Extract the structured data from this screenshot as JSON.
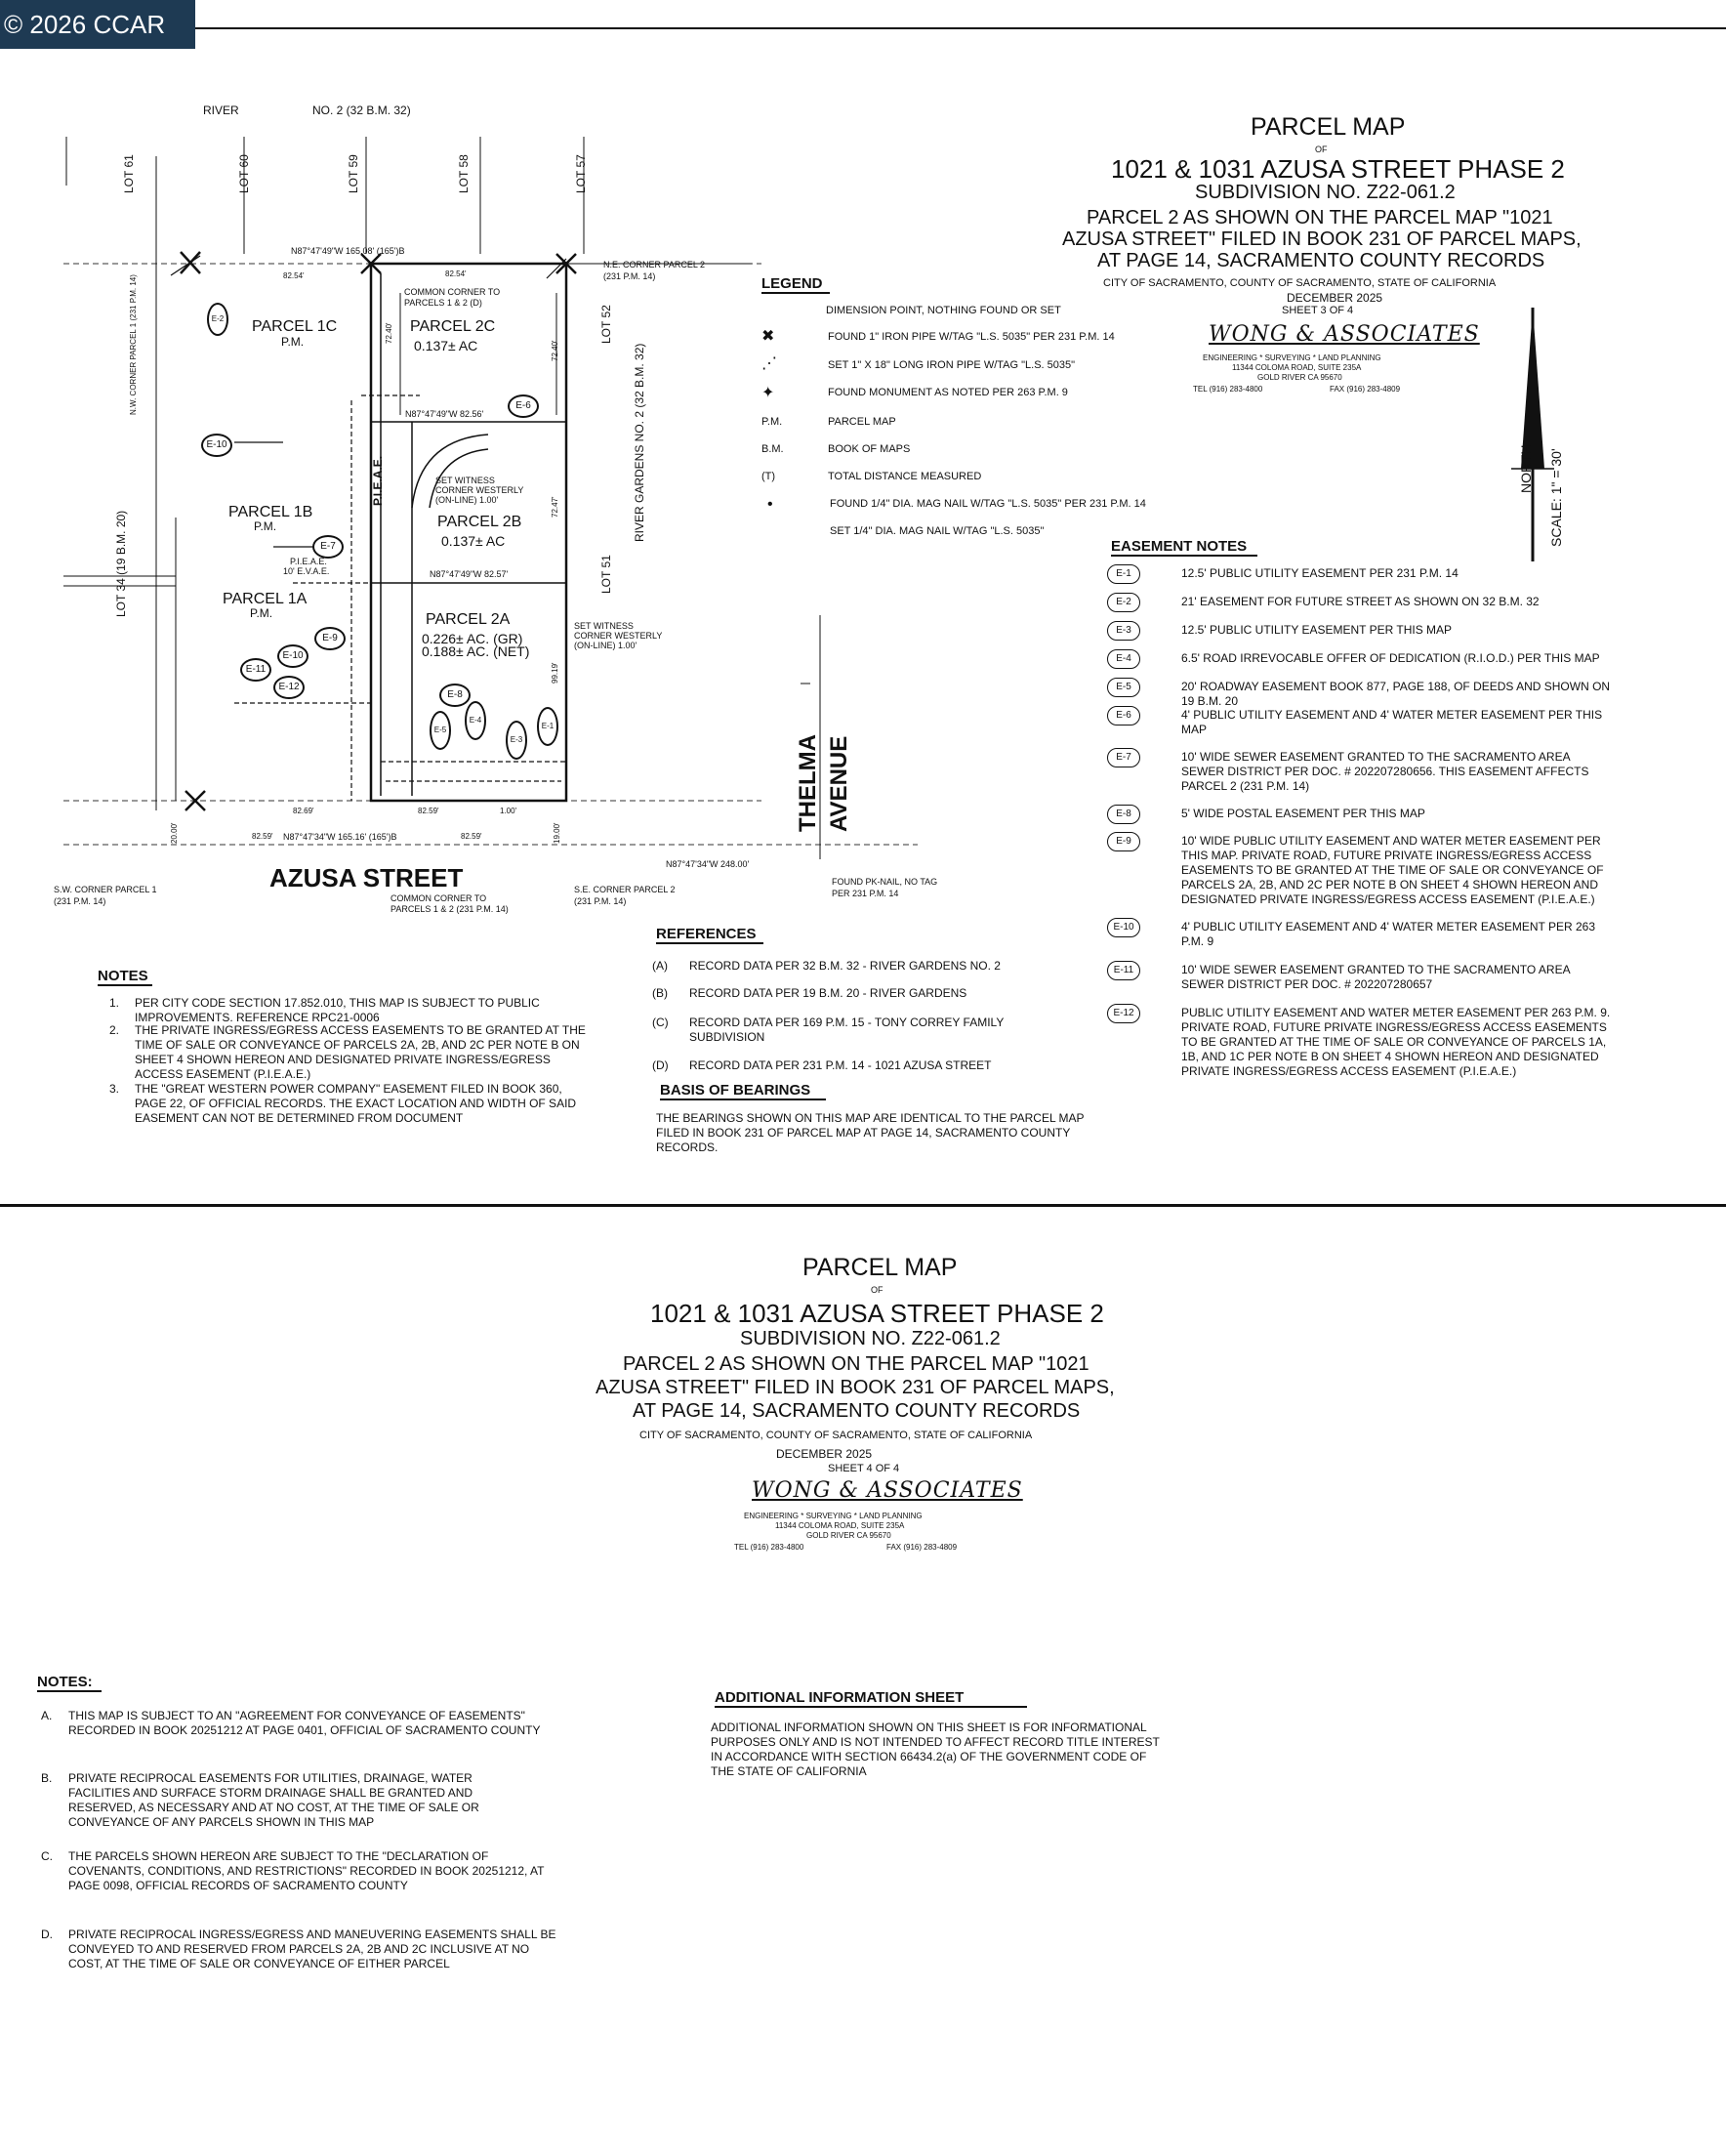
{
  "copyright": "© 2026 CCAR",
  "sheet3": {
    "title": {
      "l1": "PARCEL MAP",
      "of": "OF",
      "l2": "1021 & 1031 AZUSA STREET PHASE 2",
      "l3": "SUBDIVISION NO. Z22-061.2",
      "l4": "PARCEL 2 AS SHOWN ON THE PARCEL MAP \"1021",
      "l5": "AZUSA STREET\" FILED IN BOOK 231 OF PARCEL MAPS,",
      "l6": "AT PAGE 14, SACRAMENTO COUNTY RECORDS",
      "l7": "CITY OF SACRAMENTO, COUNTY OF SACRAMENTO, STATE OF CALIFORNIA",
      "l8": "DECEMBER 2025",
      "l9": "SHEET 3 OF 4",
      "firm": "WONG & ASSOCIATES",
      "firm_sub1": "ENGINEERING * SURVEYING * LAND PLANNING",
      "firm_sub2": "11344 COLOMA ROAD, SUITE 235A",
      "firm_sub3": "GOLD RIVER CA 95670",
      "firm_tel": "TEL (916) 283-4800",
      "firm_fax": "FAX (916) 283-4809"
    },
    "north": "NORTH",
    "scale": "SCALE: 1\" = 30'",
    "map": {
      "river": "RIVER",
      "no2": "NO. 2 (32 B.M. 32)",
      "lots_top": [
        "LOT 61",
        "LOT 60",
        "LOT 59",
        "LOT 58",
        "LOT 57"
      ],
      "lot52": "LOT 52",
      "lot51": "LOT 51",
      "lot34": "LOT 34 (19 B.M. 20)",
      "river_gardens": "RIVER GARDENS NO. 2 (32 B.M. 32)",
      "parcel1c": "PARCEL 1C",
      "parcel1b": "PARCEL 1B",
      "parcel1a": "PARCEL 1A",
      "pm": "P.M.",
      "parcel2c": "PARCEL 2C",
      "parcel2c_ac": "0.137± AC",
      "parcel2b": "PARCEL 2B",
      "parcel2b_ac": "0.137± AC",
      "parcel2a": "PARCEL 2A",
      "parcel2a_gr": "0.226± AC. (GR)",
      "parcel2a_net": "0.188± AC. (NET)",
      "piea": "P.I.E.A.E.",
      "bearing_top": "N87°47'49\"W 165.08' (165')B",
      "bearing_bottom": "N87°47'34\"W 165.16' (165')B",
      "bearing_bottom2": "N87°47'34\"W 248.00'",
      "bearing_mid1": "N87°47'49\"W 82.56'",
      "bearing_mid2": "N87°47'49\"W 82.57'",
      "ne_corner": "N.E. CORNER PARCEL 2",
      "ne_ref": "(231 P.M. 14)",
      "nw_corner": "N.W. CORNER PARCEL 1 (231 P.M. 14)",
      "common_corner": "COMMON CORNER TO",
      "common_corner2": "PARCELS 1 & 2 (D)",
      "set_witness": "SET WITNESS",
      "corner_westerly": "CORNER WESTERLY",
      "online": "(ON-LINE) 1.00'",
      "azusa": "AZUSA STREET",
      "common_corner_b": "COMMON CORNER TO",
      "common_corner_b2": "PARCELS 1 & 2 (231 P.M. 14)",
      "sw_corner": "S.W. CORNER PARCEL 1",
      "sw_ref": "(231 P.M. 14)",
      "se_corner": "S.E. CORNER PARCEL 2",
      "se_ref": "(231 P.M. 14)",
      "thelma": "THELMA",
      "avenue": "AVENUE",
      "found_pk": "FOUND PK-NAIL, NO TAG",
      "found_pk2": "PER 231 P.M. 14",
      "pieave": "P.I.E.A.E.",
      "evae": "10' E.V.A.E.",
      "dims": [
        "82.54'",
        "82.54'",
        "82.69'",
        "82.59'",
        "82.59'",
        "82.59'",
        "1.00'",
        "20.00'",
        "19.00'",
        "72.40'",
        "72.40'",
        "72.47'",
        "99.19'"
      ]
    },
    "legend": {
      "heading": "LEGEND",
      "items": [
        {
          "sym": "",
          "text": "DIMENSION POINT, NOTHING FOUND OR SET"
        },
        {
          "sym": "✖",
          "text": "FOUND 1\" IRON PIPE W/TAG \"L.S. 5035\" PER 231 P.M. 14"
        },
        {
          "sym": "⋰",
          "text": "SET 1\" X 18\" LONG IRON PIPE W/TAG \"L.S. 5035\""
        },
        {
          "sym": "✦",
          "text": "FOUND MONUMENT AS NOTED PER 263 P.M. 9"
        },
        {
          "sym": "P.M.",
          "text": "PARCEL MAP"
        },
        {
          "sym": "B.M.",
          "text": "BOOK OF MAPS"
        },
        {
          "sym": "(T)",
          "text": "TOTAL DISTANCE MEASURED"
        },
        {
          "sym": "•",
          "text": "FOUND 1/4\" DIA. MAG NAIL W/TAG \"L.S. 5035\" PER 231 P.M. 14"
        },
        {
          "sym": "",
          "text": "SET 1/4\" DIA. MAG NAIL W/TAG \"L.S. 5035\""
        }
      ]
    },
    "easement": {
      "heading": "EASEMENT NOTES",
      "items": [
        {
          "id": "E-1",
          "text": "12.5' PUBLIC UTILITY EASEMENT PER 231 P.M. 14"
        },
        {
          "id": "E-2",
          "text": "21' EASEMENT FOR FUTURE STREET AS SHOWN ON 32 B.M. 32"
        },
        {
          "id": "E-3",
          "text": "12.5' PUBLIC UTILITY EASEMENT PER THIS MAP"
        },
        {
          "id": "E-4",
          "text": "6.5' ROAD IRREVOCABLE OFFER OF DEDICATION (R.I.O.D.) PER THIS MAP"
        },
        {
          "id": "E-5",
          "text": "20' ROADWAY EASEMENT BOOK 877, PAGE 188, OF DEEDS AND SHOWN ON 19 B.M. 20"
        },
        {
          "id": "E-6",
          "text": "4' PUBLIC UTILITY EASEMENT AND 4' WATER METER EASEMENT PER THIS MAP"
        },
        {
          "id": "E-7",
          "text": "10' WIDE SEWER EASEMENT GRANTED TO THE SACRAMENTO AREA SEWER DISTRICT PER DOC. # 202207280656. THIS EASEMENT AFFECTS PARCEL 2 (231 P.M. 14)"
        },
        {
          "id": "E-8",
          "text": "5' WIDE POSTAL EASEMENT PER THIS MAP"
        },
        {
          "id": "E-9",
          "text": "10' WIDE PUBLIC UTILITY EASEMENT AND WATER METER EASEMENT PER THIS MAP. PRIVATE ROAD, FUTURE PRIVATE INGRESS/EGRESS ACCESS EASEMENTS TO BE GRANTED AT THE TIME OF SALE OR CONVEYANCE OF PARCELS 2A, 2B, AND 2C PER NOTE B ON SHEET 4 SHOWN HEREON AND DESIGNATED PRIVATE INGRESS/EGRESS ACCESS EASEMENT (P.I.E.A.E.)"
        },
        {
          "id": "E-10",
          "text": "4' PUBLIC UTILITY EASEMENT AND 4' WATER METER EASEMENT PER 263 P.M. 9"
        },
        {
          "id": "E-11",
          "text": "10' WIDE SEWER EASEMENT GRANTED TO THE SACRAMENTO AREA SEWER DISTRICT PER DOC. # 202207280657"
        },
        {
          "id": "E-12",
          "text": "PUBLIC UTILITY EASEMENT AND WATER METER EASEMENT PER 263 P.M. 9. PRIVATE ROAD, FUTURE PRIVATE INGRESS/EGRESS ACCESS EASEMENTS TO BE GRANTED AT THE TIME OF SALE OR CONVEYANCE OF PARCELS 1A, 1B, AND 1C PER NOTE B ON SHEET 4 SHOWN HEREON AND DESIGNATED PRIVATE INGRESS/EGRESS ACCESS EASEMENT (P.I.E.A.E.)"
        }
      ]
    },
    "references": {
      "heading": "REFERENCES",
      "items": [
        {
          "id": "(A)",
          "text": "RECORD DATA PER 32 B.M. 32 - RIVER GARDENS NO. 2"
        },
        {
          "id": "(B)",
          "text": "RECORD DATA PER 19 B.M. 20 - RIVER GARDENS"
        },
        {
          "id": "(C)",
          "text": "RECORD DATA PER 169 P.M. 15 - TONY CORREY FAMILY SUBDIVISION"
        },
        {
          "id": "(D)",
          "text": "RECORD DATA PER 231 P.M. 14 - 1021 AZUSA STREET"
        }
      ]
    },
    "basis": {
      "heading": "BASIS OF BEARINGS",
      "text": "THE BEARINGS SHOWN ON THIS MAP ARE IDENTICAL TO THE PARCEL MAP FILED IN BOOK 231 OF PARCEL MAP AT PAGE 14, SACRAMENTO COUNTY RECORDS."
    },
    "notes": {
      "heading": "NOTES",
      "items": [
        {
          "id": "1.",
          "text": "PER CITY CODE SECTION 17.852.010, THIS MAP IS SUBJECT TO PUBLIC IMPROVEMENTS. REFERENCE RPC21-0006"
        },
        {
          "id": "2.",
          "text": "THE PRIVATE INGRESS/EGRESS ACCESS EASEMENTS TO BE GRANTED AT THE TIME OF SALE OR CONVEYANCE OF PARCELS 2A, 2B, AND 2C PER NOTE B ON SHEET 4 SHOWN HEREON AND DESIGNATED PRIVATE INGRESS/EGRESS ACCESS EASEMENT (P.I.E.A.E.)"
        },
        {
          "id": "3.",
          "text": "THE \"GREAT WESTERN POWER COMPANY\" EASEMENT FILED IN BOOK 360, PAGE 22, OF OFFICIAL RECORDS. THE EXACT LOCATION AND WIDTH OF SAID EASEMENT CAN NOT BE DETERMINED FROM DOCUMENT"
        }
      ]
    }
  },
  "sheet4": {
    "title": {
      "l1": "PARCEL MAP",
      "of": "OF",
      "l2": "1021 & 1031 AZUSA STREET PHASE 2",
      "l3": "SUBDIVISION NO. Z22-061.2",
      "l4": "PARCEL 2 AS SHOWN ON THE PARCEL MAP \"1021",
      "l5": "AZUSA STREET\" FILED IN BOOK 231 OF PARCEL MAPS,",
      "l6": "AT PAGE 14, SACRAMENTO COUNTY RECORDS",
      "l7": "CITY OF SACRAMENTO, COUNTY OF SACRAMENTO, STATE OF CALIFORNIA",
      "l8": "DECEMBER 2025",
      "l9": "SHEET 4 OF 4",
      "firm": "WONG & ASSOCIATES",
      "firm_sub1": "ENGINEERING * SURVEYING * LAND PLANNING",
      "firm_sub2": "11344 COLOMA ROAD, SUITE 235A",
      "firm_sub3": "GOLD RIVER CA 95670",
      "firm_tel": "TEL (916) 283-4800",
      "firm_fax": "FAX (916) 283-4809"
    },
    "notes": {
      "heading": "NOTES:",
      "items": [
        {
          "id": "A.",
          "text": "THIS MAP IS SUBJECT TO AN \"AGREEMENT FOR CONVEYANCE OF EASEMENTS\" RECORDED IN BOOK 20251212 AT PAGE 0401, OFFICIAL OF SACRAMENTO COUNTY"
        },
        {
          "id": "B.",
          "text": "PRIVATE RECIPROCAL EASEMENTS FOR UTILITIES, DRAINAGE, WATER FACILITIES AND SURFACE STORM DRAINAGE SHALL BE GRANTED AND RESERVED, AS NECESSARY AND AT NO COST, AT THE TIME OF SALE OR CONVEYANCE OF ANY PARCELS SHOWN IN THIS MAP"
        },
        {
          "id": "C.",
          "text": "THE PARCELS SHOWN HEREON ARE SUBJECT TO THE \"DECLARATION OF COVENANTS, CONDITIONS, AND RESTRICTIONS\" RECORDED IN BOOK 20251212, AT PAGE 0098, OFFICIAL RECORDS OF SACRAMENTO COUNTY"
        },
        {
          "id": "D.",
          "text": "PRIVATE RECIPROCAL INGRESS/EGRESS AND MANEUVERING EASEMENTS SHALL BE CONVEYED TO AND RESERVED FROM PARCELS 2A, 2B AND 2C INCLUSIVE AT NO COST, AT THE TIME OF SALE OR CONVEYANCE OF EITHER PARCEL"
        }
      ]
    },
    "additional": {
      "heading": "ADDITIONAL INFORMATION SHEET",
      "text": "ADDITIONAL INFORMATION SHOWN ON THIS SHEET IS FOR INFORMATIONAL PURPOSES ONLY AND IS NOT INTENDED TO AFFECT RECORD TITLE INTEREST IN ACCORDANCE WITH SECTION 66434.2(a) OF THE GOVERNMENT CODE OF THE STATE OF CALIFORNIA"
    }
  }
}
